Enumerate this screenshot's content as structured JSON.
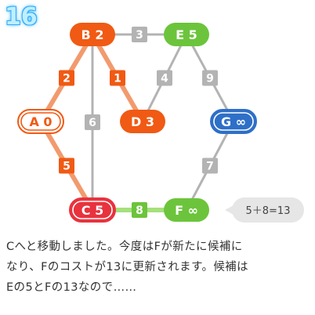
{
  "step_number": "16",
  "colors": {
    "visited": "#f05a14",
    "current": "#e8333e",
    "candidate": "#6cc43c",
    "goal": "#2e6fc8",
    "edge_default": "#b3b3b3",
    "edge_visited": "#f29a6e",
    "edge_candidate": "#a6e07c"
  },
  "nodes": [
    {
      "id": "A",
      "label": "A 0",
      "style": "visited-outline"
    },
    {
      "id": "B",
      "label": "B 2",
      "style": "visited"
    },
    {
      "id": "C",
      "label": "C 5",
      "style": "current-outline"
    },
    {
      "id": "D",
      "label": "D 3",
      "style": "visited"
    },
    {
      "id": "E",
      "label": "E 5",
      "style": "candidate"
    },
    {
      "id": "F",
      "label": "F ∞",
      "style": "candidate"
    },
    {
      "id": "G",
      "label": "G ∞",
      "style": "goal-outline"
    }
  ],
  "edges": [
    {
      "from": "A",
      "to": "B",
      "weight": "2",
      "style": "visited"
    },
    {
      "from": "B",
      "to": "D",
      "weight": "1",
      "style": "visited"
    },
    {
      "from": "A",
      "to": "C",
      "weight": "5",
      "style": "visited"
    },
    {
      "from": "B",
      "to": "C",
      "weight": "6",
      "style": "default"
    },
    {
      "from": "B",
      "to": "E",
      "weight": "3",
      "style": "default"
    },
    {
      "from": "D",
      "to": "E",
      "weight": "4",
      "style": "default"
    },
    {
      "from": "E",
      "to": "G",
      "weight": "9",
      "style": "default"
    },
    {
      "from": "C",
      "to": "F",
      "weight": "8",
      "style": "candidate"
    },
    {
      "from": "G",
      "to": "F",
      "weight": "7",
      "style": "default"
    }
  ],
  "callout": "5＋8=13",
  "caption_lines": [
    "Cへと移動しました。今度はFが新たに候補に",
    "なり、Fのコストが13に更新されます。候補は",
    "Eの5とFの13なので……"
  ]
}
